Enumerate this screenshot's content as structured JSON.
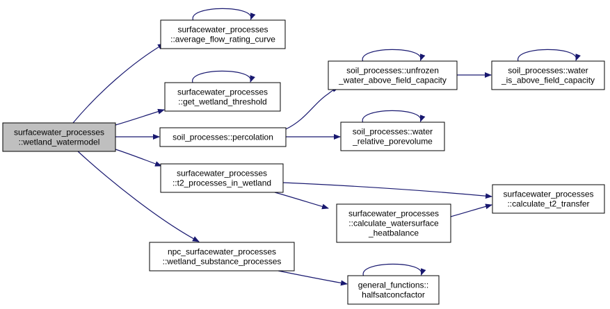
{
  "colors": {
    "edge": "#191970",
    "root_fill": "#bfbfbf",
    "node_fill": "#ffffff",
    "border": "#000000"
  },
  "nodes": {
    "wetland_watermodel": {
      "lines": [
        "surfacewater_processes",
        "::wetland_watermodel"
      ]
    },
    "average_flow_rating_curve": {
      "lines": [
        "surfacewater_processes",
        "::average_flow_rating_curve"
      ]
    },
    "get_wetland_threshold": {
      "lines": [
        "surfacewater_processes",
        "::get_wetland_threshold"
      ]
    },
    "percolation": {
      "lines": [
        "soil_processes::percolation"
      ]
    },
    "t2_processes_in_wetland": {
      "lines": [
        "surfacewater_processes",
        "::t2_processes_in_wetland"
      ]
    },
    "wetland_substance_processes": {
      "lines": [
        "npc_surfacewater_processes",
        "::wetland_substance_processes"
      ]
    },
    "unfrozen_water_above_field_capacity": {
      "lines": [
        "soil_processes::unfrozen",
        "_water_above_field_capacity"
      ]
    },
    "water_is_above_field_capacity": {
      "lines": [
        "soil_processes::water",
        "_is_above_field_capacity"
      ]
    },
    "water_relative_porevolume": {
      "lines": [
        "soil_processes::water",
        "_relative_porevolume"
      ]
    },
    "calculate_t2_transfer": {
      "lines": [
        "surfacewater_processes",
        "::calculate_t2_transfer"
      ]
    },
    "calculate_watersurface_heatbalance": {
      "lines": [
        "surfacewater_processes",
        "::calculate_watersurface",
        "_heatbalance"
      ]
    },
    "halfsatconcfactor": {
      "lines": [
        "general_functions::",
        "halfsatconcfactor"
      ]
    }
  },
  "edges": [
    [
      "wetland_watermodel",
      "average_flow_rating_curve"
    ],
    [
      "wetland_watermodel",
      "get_wetland_threshold"
    ],
    [
      "wetland_watermodel",
      "percolation"
    ],
    [
      "wetland_watermodel",
      "t2_processes_in_wetland"
    ],
    [
      "wetland_watermodel",
      "wetland_substance_processes"
    ],
    [
      "percolation",
      "unfrozen_water_above_field_capacity"
    ],
    [
      "percolation",
      "water_relative_porevolume"
    ],
    [
      "unfrozen_water_above_field_capacity",
      "water_is_above_field_capacity"
    ],
    [
      "t2_processes_in_wetland",
      "calculate_t2_transfer"
    ],
    [
      "t2_processes_in_wetland",
      "calculate_watersurface_heatbalance"
    ],
    [
      "calculate_watersurface_heatbalance",
      "calculate_t2_transfer"
    ],
    [
      "wetland_substance_processes",
      "halfsatconcfactor"
    ]
  ],
  "self_loops": [
    "average_flow_rating_curve",
    "get_wetland_threshold",
    "unfrozen_water_above_field_capacity",
    "water_is_above_field_capacity",
    "water_relative_porevolume",
    "halfsatconcfactor"
  ]
}
